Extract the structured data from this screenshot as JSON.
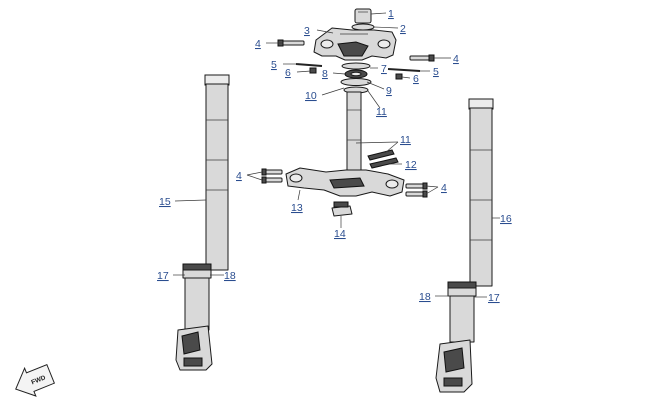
{
  "callouts": [
    {
      "id": "c1",
      "label": "1"
    },
    {
      "id": "c2",
      "label": "2"
    },
    {
      "id": "c3",
      "label": "3"
    },
    {
      "id": "c4a",
      "label": "4"
    },
    {
      "id": "c4b",
      "label": "4"
    },
    {
      "id": "c4c",
      "label": "4"
    },
    {
      "id": "c4d",
      "label": "4"
    },
    {
      "id": "c5a",
      "label": "5"
    },
    {
      "id": "c5b",
      "label": "5"
    },
    {
      "id": "c6a",
      "label": "6"
    },
    {
      "id": "c6b",
      "label": "6"
    },
    {
      "id": "c7",
      "label": "7"
    },
    {
      "id": "c8",
      "label": "8"
    },
    {
      "id": "c9",
      "label": "9"
    },
    {
      "id": "c10",
      "label": "10"
    },
    {
      "id": "c11a",
      "label": "11"
    },
    {
      "id": "c11b",
      "label": "11"
    },
    {
      "id": "c12",
      "label": "12"
    },
    {
      "id": "c13",
      "label": "13"
    },
    {
      "id": "c14",
      "label": "14"
    },
    {
      "id": "c15",
      "label": "15"
    },
    {
      "id": "c16",
      "label": "16"
    },
    {
      "id": "c17a",
      "label": "17"
    },
    {
      "id": "c17b",
      "label": "17"
    },
    {
      "id": "c18a",
      "label": "18"
    },
    {
      "id": "c18b",
      "label": "18"
    }
  ],
  "direction_marker": "FWD",
  "colors": {
    "callout": "#2a4d8f",
    "linework": "#1a1a1a",
    "fill": "#d9d9d9"
  }
}
